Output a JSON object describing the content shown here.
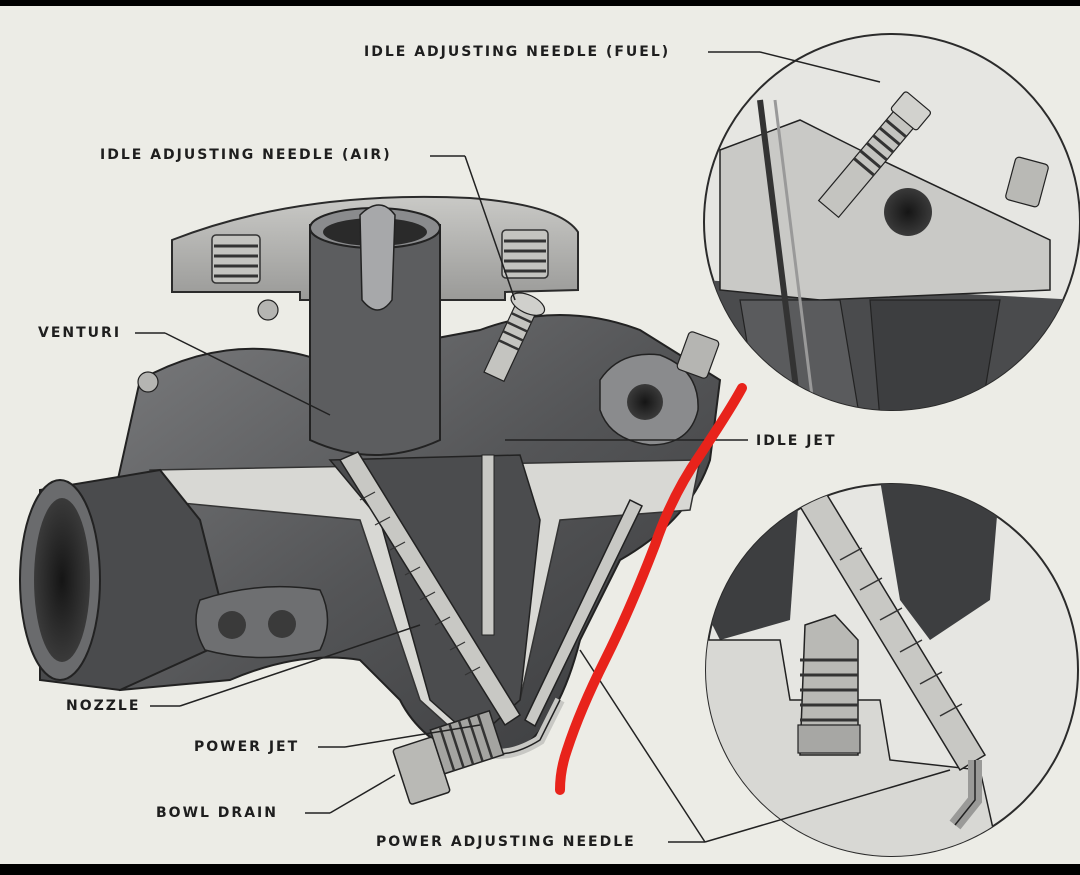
{
  "labels": {
    "idle_fuel": "IDLE ADJUSTING NEEDLE (FUEL)",
    "idle_air": "IDLE ADJUSTING NEEDLE (AIR)",
    "venturi": "VENTURI",
    "idle_jet": "IDLE JET",
    "nozzle": "NOZZLE",
    "power_jet": "POWER JET",
    "bowl_drain": "BOWL DRAIN",
    "power_adjusting_needle": "POWER ADJUSTING NEEDLE"
  },
  "colors": {
    "paper": "#ecece6",
    "metal_dark": "#3e3f41",
    "metal_mid": "#6c6d6f",
    "metal_light": "#9d9ea0",
    "highlight": "#d8d8d4",
    "annotation": "#e8231b",
    "ink": "#1e1e1e"
  }
}
